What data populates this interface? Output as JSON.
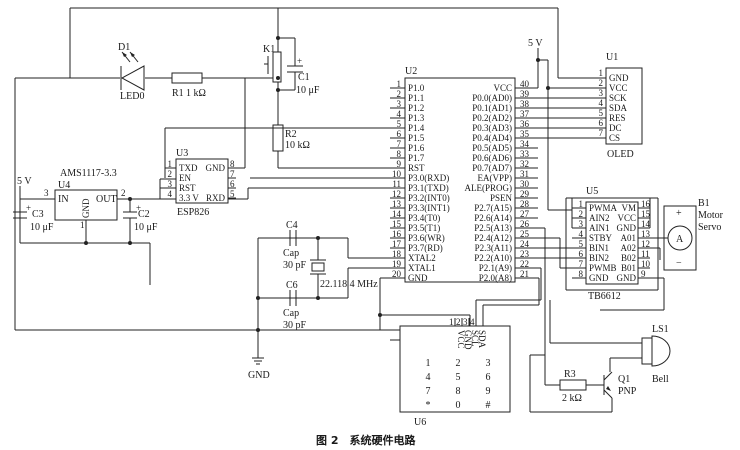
{
  "caption": "图 2　系统硬件电路",
  "led": {
    "ref": "D1",
    "name": "LED0"
  },
  "r1": {
    "ref": "R1",
    "value": "1 kΩ"
  },
  "k1": {
    "ref": "K1"
  },
  "c1": {
    "ref": "C1",
    "value": "10 μF"
  },
  "r2": {
    "ref": "R2",
    "value": "10 kΩ"
  },
  "regulator": {
    "part": "AMS1117-3.3",
    "ref": "U4",
    "pin_in": "IN",
    "pin_out": "OUT",
    "pin_gnd": "GND",
    "num_in": "3",
    "num_out": "2",
    "num_gnd": "1"
  },
  "supply_5v": "5 V",
  "supply_5v_top": "5 V",
  "c3": {
    "ref": "C3",
    "value": "10 μF"
  },
  "c2": {
    "ref": "C2",
    "value": "10 μF"
  },
  "esp": {
    "ref": "U3",
    "name": "ESP826",
    "left_pins": [
      {
        "name": "TXD",
        "num": "1"
      },
      {
        "name": "EN",
        "num": "2"
      },
      {
        "name": "RST",
        "num": "3"
      },
      {
        "name": "3.3 V",
        "num": "4"
      }
    ],
    "right_pins": [
      {
        "name": "GND",
        "num": "8"
      },
      {
        "name": "",
        "num": "7"
      },
      {
        "name": "",
        "num": "6"
      },
      {
        "name": "RXD",
        "num": "5"
      }
    ]
  },
  "mcu": {
    "ref": "U2",
    "left_pins": [
      {
        "name": "P1.0",
        "num": "1"
      },
      {
        "name": "P1.1",
        "num": "2"
      },
      {
        "name": "P1.2",
        "num": "3"
      },
      {
        "name": "P1.3",
        "num": "4"
      },
      {
        "name": "P1.4",
        "num": "5"
      },
      {
        "name": "P1.5",
        "num": "6"
      },
      {
        "name": "P1.6",
        "num": "7"
      },
      {
        "name": "P1.7",
        "num": "8"
      },
      {
        "name": "RST",
        "num": "9"
      },
      {
        "name": "P3.0(RXD)",
        "num": "10"
      },
      {
        "name": "P3.1(TXD)",
        "num": "11"
      },
      {
        "name": "P3.2(INT0)",
        "num": "12"
      },
      {
        "name": "P3.3(INT1)",
        "num": "13"
      },
      {
        "name": "P3.4(T0)",
        "num": "14"
      },
      {
        "name": "P3.5(T1)",
        "num": "15"
      },
      {
        "name": "P3.6(WR)",
        "num": "16"
      },
      {
        "name": "P3.7(RD)",
        "num": "17"
      },
      {
        "name": "XTAL2",
        "num": "18"
      },
      {
        "name": "XTAL1",
        "num": "19"
      },
      {
        "name": "GND",
        "num": "20"
      }
    ],
    "right_pins": [
      {
        "name": "VCC",
        "num": "40"
      },
      {
        "name": "P0.0(AD0)",
        "num": "39"
      },
      {
        "name": "P0.1(AD1)",
        "num": "38"
      },
      {
        "name": "P0.2(AD2)",
        "num": "37"
      },
      {
        "name": "P0.3(AD3)",
        "num": "36"
      },
      {
        "name": "P0.4(AD4)",
        "num": "35"
      },
      {
        "name": "P0.5(AD5)",
        "num": "34"
      },
      {
        "name": "P0.6(AD6)",
        "num": "33"
      },
      {
        "name": "P0.7(AD7)",
        "num": "32"
      },
      {
        "name": "EA(VPP)",
        "num": "31"
      },
      {
        "name": "ALE(PROG)",
        "num": "30"
      },
      {
        "name": "PSEN",
        "num": "29"
      },
      {
        "name": "P2.7(A15)",
        "num": "28"
      },
      {
        "name": "P2.6(A14)",
        "num": "27"
      },
      {
        "name": "P2.5(A13)",
        "num": "26"
      },
      {
        "name": "P2.4(A12)",
        "num": "25"
      },
      {
        "name": "P2.3(A11)",
        "num": "24"
      },
      {
        "name": "P2.2(A10)",
        "num": "23"
      },
      {
        "name": "P2.1(A9)",
        "num": "22"
      },
      {
        "name": "P2.0(A8)",
        "num": "21"
      }
    ]
  },
  "oled": {
    "ref": "U1",
    "name": "OLED",
    "pins": [
      {
        "name": "GND",
        "num": "1"
      },
      {
        "name": "VCC",
        "num": "2"
      },
      {
        "name": "SCK",
        "num": "3"
      },
      {
        "name": "SDA",
        "num": "4"
      },
      {
        "name": "RES",
        "num": "5"
      },
      {
        "name": "DC",
        "num": "6"
      },
      {
        "name": "CS",
        "num": "7"
      }
    ]
  },
  "tb": {
    "ref": "U5",
    "name": "TB6612",
    "left_pins": [
      {
        "name": "PWMA",
        "num": "1"
      },
      {
        "name": "AIN2",
        "num": "2"
      },
      {
        "name": "AIN1",
        "num": "3"
      },
      {
        "name": "STBY",
        "num": "4"
      },
      {
        "name": "BIN1",
        "num": "5"
      },
      {
        "name": "BIN2",
        "num": "6"
      },
      {
        "name": "PWMB",
        "num": "7"
      },
      {
        "name": "GND",
        "num": "8"
      }
    ],
    "right_pins": [
      {
        "name": "VM",
        "num": "16"
      },
      {
        "name": "VCC",
        "num": "15"
      },
      {
        "name": "GND",
        "num": "14"
      },
      {
        "name": "A01",
        "num": "13"
      },
      {
        "name": "A02",
        "num": "12"
      },
      {
        "name": "B02",
        "num": "11"
      },
      {
        "name": "B01",
        "num": "10"
      },
      {
        "name": "GND",
        "num": "9"
      }
    ]
  },
  "motor": {
    "ref": "B1",
    "name1": "Motor",
    "name2": "Servo",
    "symbol": "A",
    "plus": "+",
    "minus": "−"
  },
  "c4": {
    "ref": "C4",
    "name": "Cap",
    "value": "30 pF"
  },
  "c6": {
    "ref": "C6",
    "name": "Cap",
    "value": "30 pF"
  },
  "crystal": {
    "value": "22.118 4 MHz"
  },
  "gnd_label": "GND",
  "keypad": {
    "ref": "U6",
    "pins": [
      {
        "name": "VCC",
        "num": "1"
      },
      {
        "name": "GND",
        "num": "2"
      },
      {
        "name": "SCL",
        "num": "3"
      },
      {
        "name": "SDA",
        "num": "4"
      }
    ],
    "keys": [
      "1",
      "2",
      "3",
      "4",
      "5",
      "6",
      "7",
      "8",
      "9",
      "*",
      "0",
      "#"
    ]
  },
  "bell": {
    "ref": "LS1",
    "name": "Bell"
  },
  "r3": {
    "ref": "R3",
    "value": "2 kΩ"
  },
  "q1": {
    "ref": "Q1",
    "type": "PNP"
  }
}
